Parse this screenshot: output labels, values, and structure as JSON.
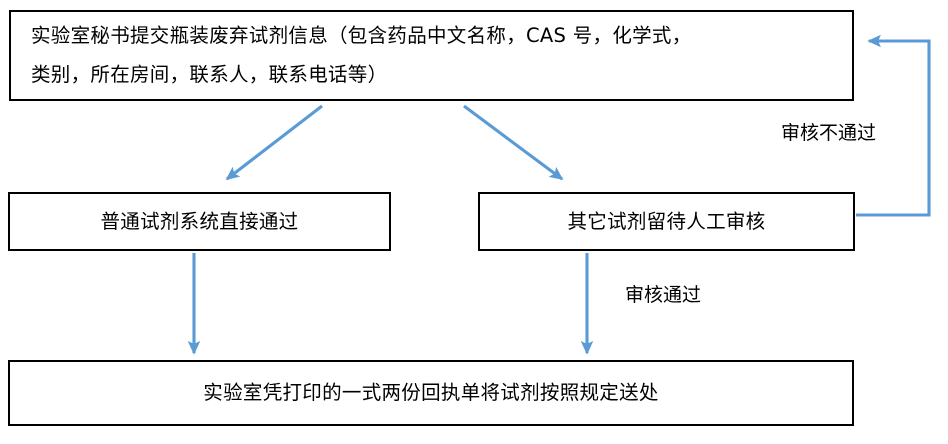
{
  "diagram": {
    "accent_color": "#5B9BD5",
    "border_color": "#000000",
    "background": "#FFFFFF",
    "nodes": [
      {
        "id": "submit",
        "name": "node-submit-waste-reagent-info",
        "text": "实验室秘书提交瓶装废弃试剂信息（包含药品中文名称，CAS 号，化学式，\n类别，所在房间，联系人，联系电话等）"
      },
      {
        "id": "auto_pass",
        "name": "node-ordinary-reagent-auto-pass",
        "text": "普通试剂系统直接通过"
      },
      {
        "id": "manual_review",
        "name": "node-other-reagent-manual-review",
        "text": "其它试剂留待人工审核"
      },
      {
        "id": "dispose",
        "name": "node-lab-dispose-with-receipt",
        "text": "实验室凭打印的一式两份回执单将试剂按照规定送处"
      }
    ],
    "edges": [
      {
        "id": "submit_to_auto",
        "from": "submit",
        "to": "auto_pass",
        "label": ""
      },
      {
        "id": "submit_to_manual",
        "from": "submit",
        "to": "manual_review",
        "label": ""
      },
      {
        "id": "auto_to_dispose",
        "from": "auto_pass",
        "to": "dispose",
        "label": ""
      },
      {
        "id": "manual_to_dispose",
        "from": "manual_review",
        "to": "dispose",
        "label": "审核通过"
      },
      {
        "id": "manual_back_to_submit",
        "from": "manual_review",
        "to": "submit",
        "label": "审核不通过"
      }
    ],
    "labels": {
      "reject": "审核不通过",
      "approve": "审核通过"
    }
  }
}
